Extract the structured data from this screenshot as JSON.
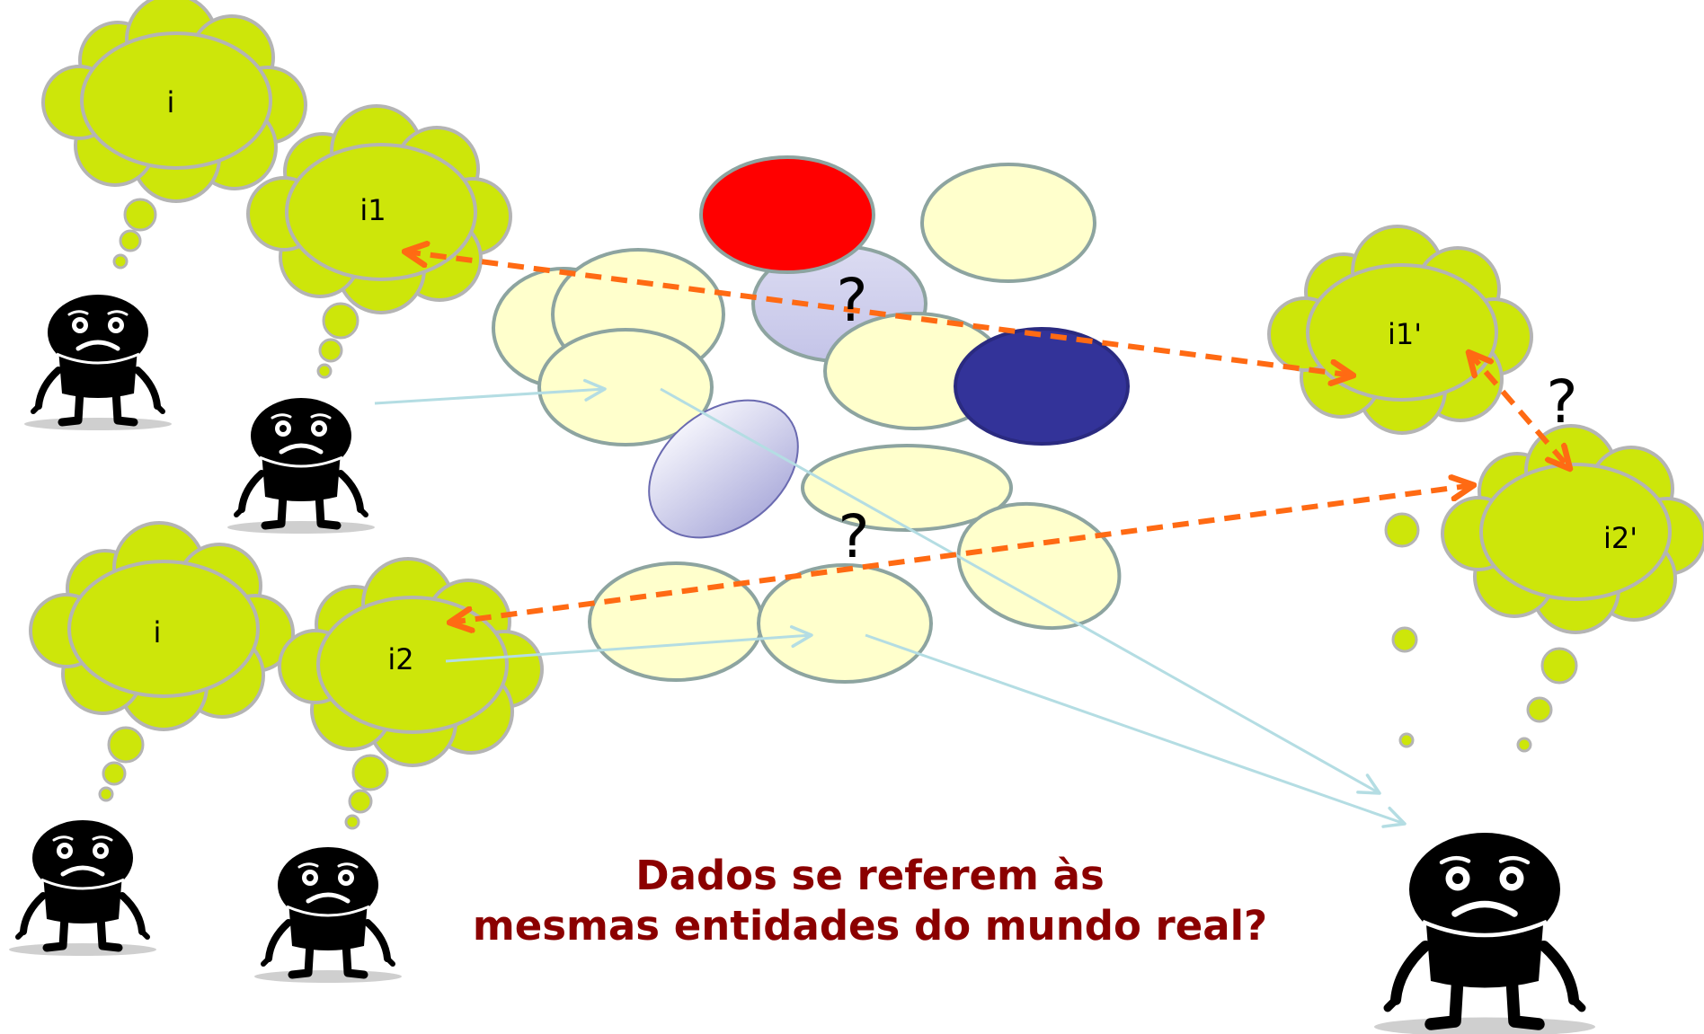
{
  "clouds": {
    "top_left_back": "i",
    "top_left_front": "i1",
    "bottom_left_back": "i",
    "bottom_left_front": "i2",
    "right_top": "i1'",
    "right_bottom": "i2'"
  },
  "question_marks": {
    "center_top": "?",
    "center_bottom": "?",
    "right": "?"
  },
  "caption": {
    "line1": "Dados se referem às",
    "line2": "mesmas entidades do mundo real?"
  },
  "colors": {
    "cloud_fill": "#cde60a",
    "cloud_stroke": "#b0b0b0",
    "ellipse_pale": "#ffffcc",
    "ellipse_red": "#ff0000",
    "ellipse_navy": "#333399",
    "ellipse_lavender": "#ccccee",
    "dashed_arrow": "#ff6a13",
    "light_arrow": "#b4dde3",
    "caption": "#8b0000"
  }
}
